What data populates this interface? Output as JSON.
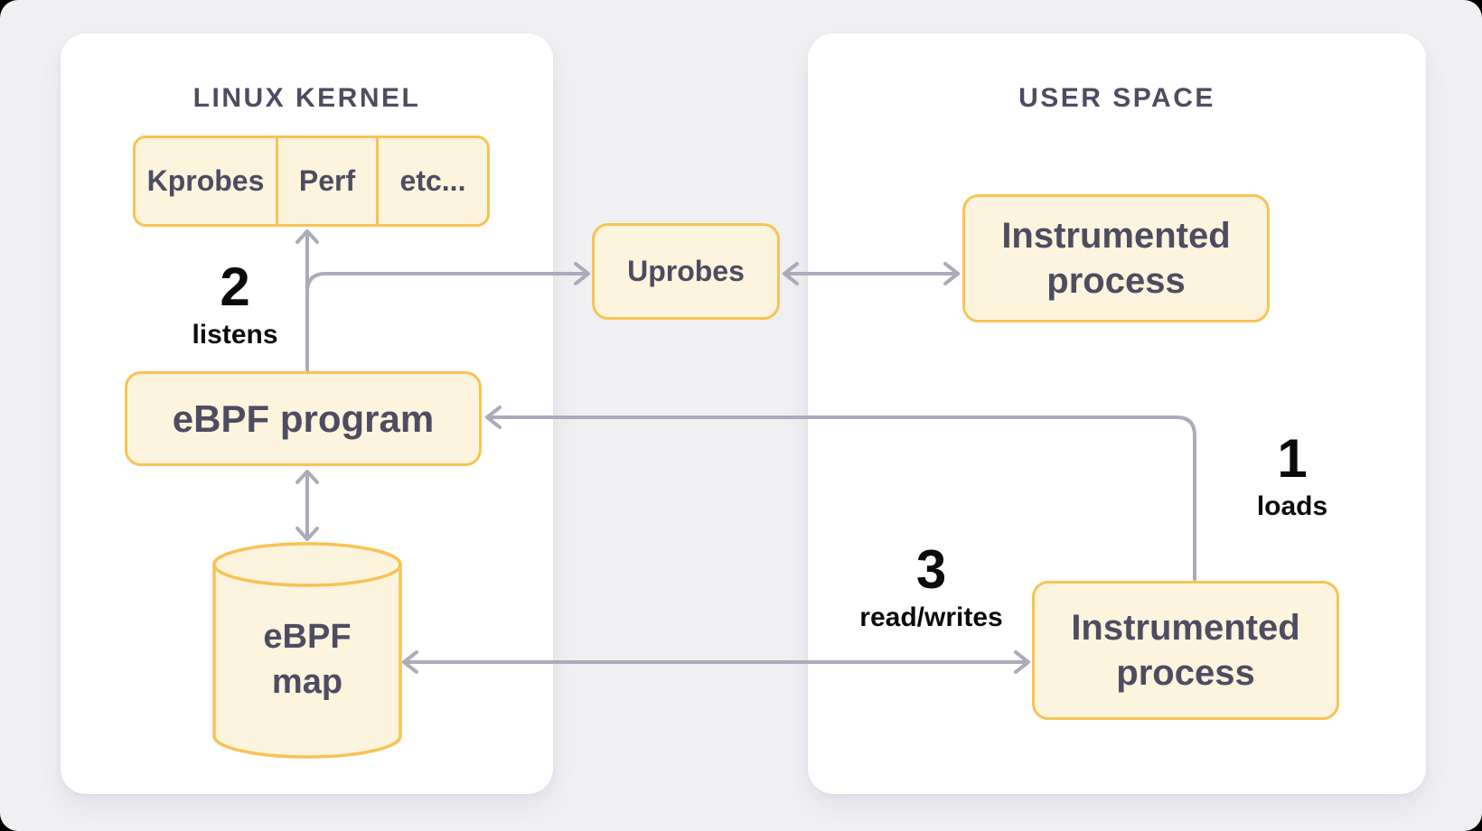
{
  "palette": {
    "bg": "#f0f0f3",
    "outside": "#000000",
    "panel": "#ffffff",
    "box_fill": "#fdf4de",
    "box_border": "#f8c355",
    "text": "#4e4c61",
    "arrow": "#acabbb",
    "label": "#0b0b0c"
  },
  "kernel_panel": {
    "title": "LINUX KERNEL",
    "probes": [
      "Kprobes",
      "Perf",
      "etc..."
    ],
    "program": "eBPF program",
    "map": {
      "line1": "eBPF",
      "line2": "map"
    }
  },
  "user_panel": {
    "title": "USER SPACE",
    "top_process": "Instrumented process",
    "bottom_process": "Instrumented process"
  },
  "middle": {
    "uprobes": "Uprobes"
  },
  "steps": {
    "loads": {
      "num": "1",
      "label": "loads"
    },
    "listens": {
      "num": "2",
      "label": "listens"
    },
    "readwrites": {
      "num": "3",
      "label": "read/writes"
    }
  }
}
